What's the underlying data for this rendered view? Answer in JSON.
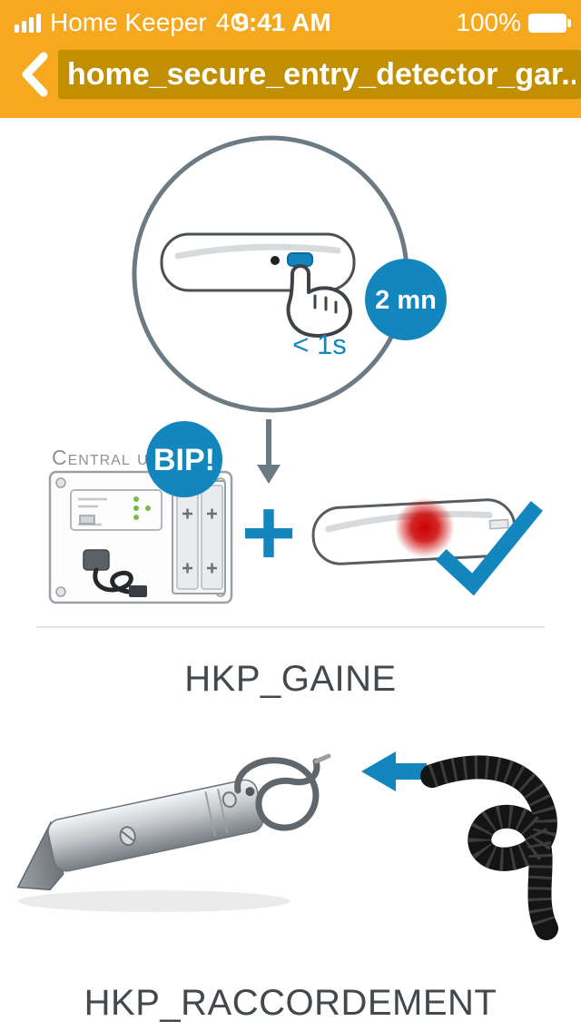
{
  "colors": {
    "header_orange": "#F6A81F",
    "title_highlight": "#C28F00",
    "accent_blue": "#1486BE",
    "circle_gray": "#6C7A83",
    "led_red": "#CC0000",
    "heading_text": "#43484D"
  },
  "status_bar": {
    "carrier": "Home Keeper",
    "network": "4G",
    "time": "9:41 AM",
    "battery_percent": "100%"
  },
  "nav": {
    "title": "home_secure_entry_detector_gar..."
  },
  "pairing_step": {
    "press_duration": "< 1s",
    "timer_badge": "2 mn",
    "central_unit_label": "Central unit",
    "bip_badge": "BIP!",
    "plus_sign": "+"
  },
  "sections": [
    {
      "title": "HKP_GAINE"
    },
    {
      "title": "HKP_RACCORDEMENT"
    }
  ]
}
